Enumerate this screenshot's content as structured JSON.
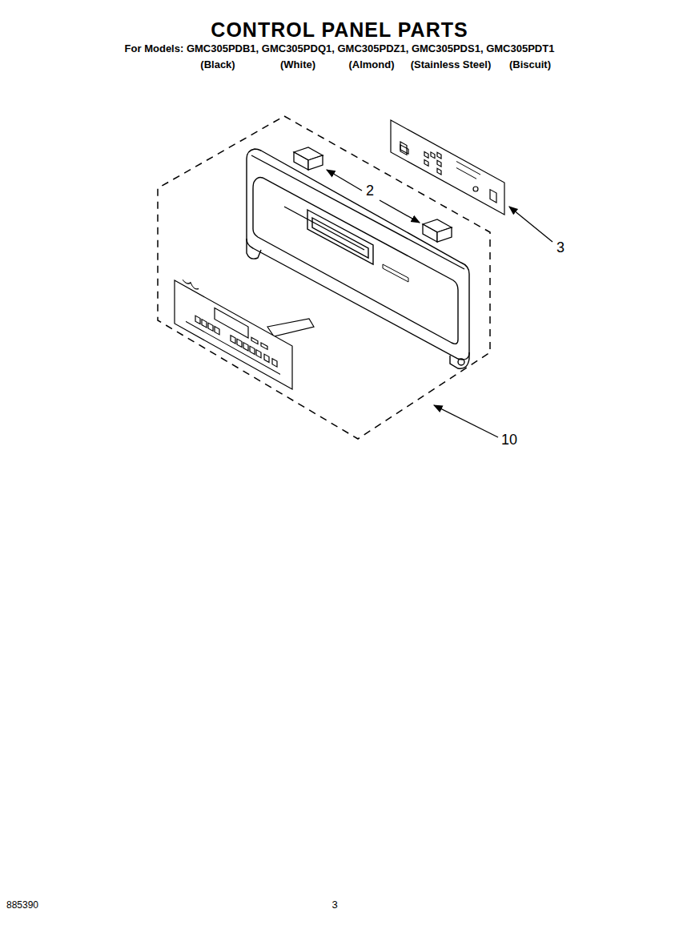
{
  "diagram": {
    "title": "CONTROL PANEL PARTS",
    "labels": [
      "For Models: GMC305PDB1, GMC305PDQ1, GMC305PDZ1, GMC305PDS1, GMC305PDT1",
      "(Black)",
      "(White)",
      "(Almond)",
      "(Stainless Steel)",
      "(Biscuit)",
      "2",
      "3",
      "10",
      "885390",
      "3"
    ]
  }
}
